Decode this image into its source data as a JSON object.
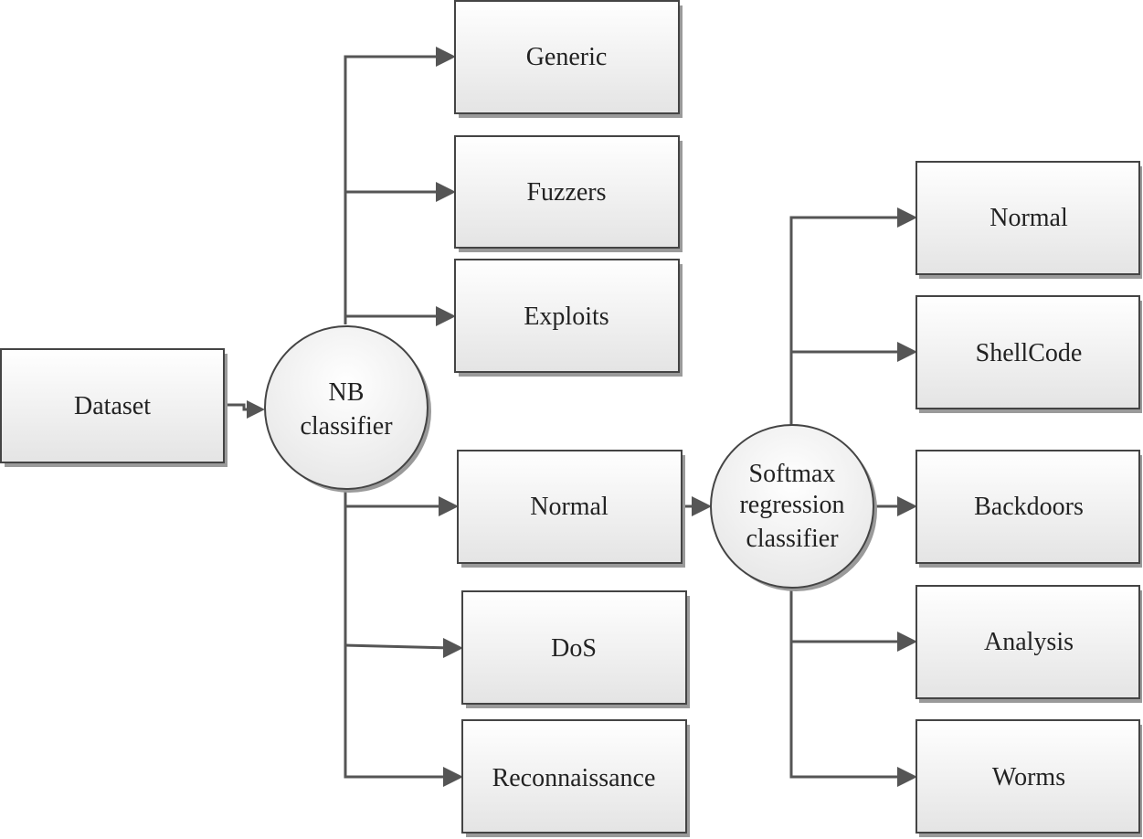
{
  "input": {
    "label": "Dataset"
  },
  "nb_classifier": {
    "lines": [
      "NB",
      "classifier"
    ]
  },
  "nb_outputs": [
    {
      "label": "Generic"
    },
    {
      "label": "Fuzzers"
    },
    {
      "label": "Exploits"
    },
    {
      "label": "Normal"
    },
    {
      "label": "DoS"
    },
    {
      "label": "Reconnaissance"
    }
  ],
  "softmax_classifier": {
    "lines": [
      "Softmax",
      "regression",
      "classifier"
    ]
  },
  "softmax_outputs": [
    {
      "label": "Normal"
    },
    {
      "label": "ShellCode"
    },
    {
      "label": "Backdoors"
    },
    {
      "label": "Analysis"
    },
    {
      "label": "Worms"
    }
  ],
  "colors": {
    "box_gradient_top": "#ffffff",
    "box_gradient_bottom": "#e4e4e4",
    "border": "#444444",
    "shadow": "#9a9a9a",
    "connector": "#555555",
    "text": "#222222"
  }
}
